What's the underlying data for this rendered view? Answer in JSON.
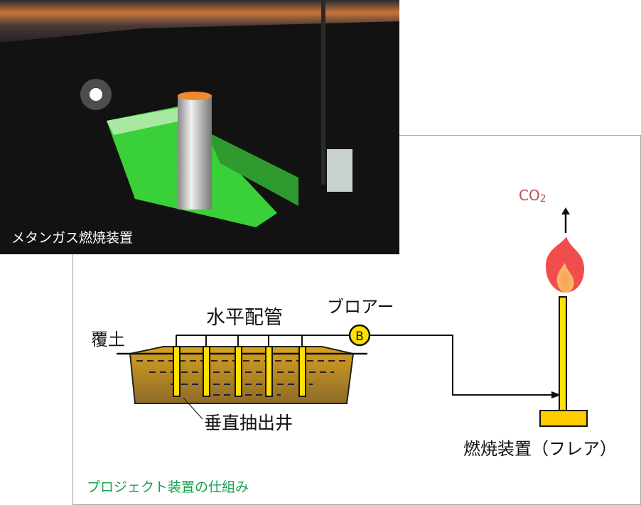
{
  "photo": {
    "caption": "メタンガス燃焼装置"
  },
  "diagram": {
    "cover_soil": "覆土",
    "horizontal_pipe": "水平配管",
    "blower": "ブロアー",
    "blower_symbol": "B",
    "vertical_wells": "垂直抽出井",
    "flare": "燃焼装置（フレア）",
    "co2": "CO",
    "co2_sub": "2",
    "caption": "プロジェクト装置の仕組み"
  },
  "colors": {
    "soil": "#b98a22",
    "well": "#ffe000",
    "co2": "#c0504d",
    "caption": "#17a050",
    "flame": "#f03a3a"
  }
}
